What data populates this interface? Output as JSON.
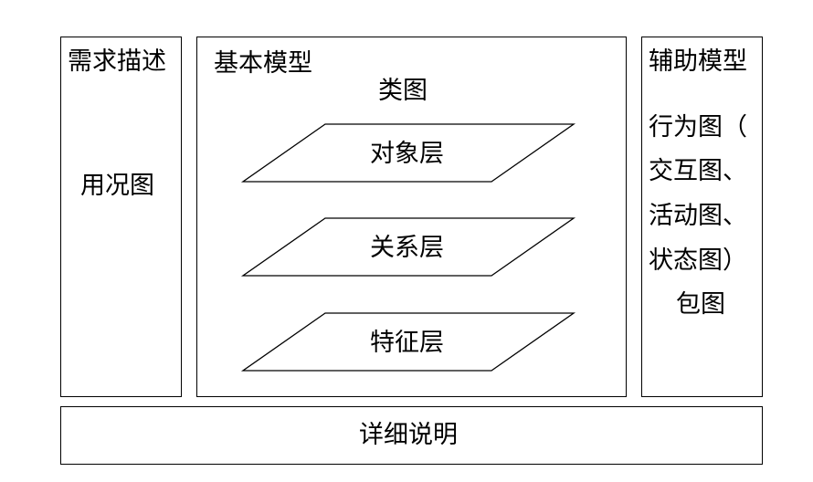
{
  "left_panel": {
    "title": "需求描述",
    "item": "用况图"
  },
  "center_panel": {
    "title": "基本模型",
    "subtitle": "类图",
    "layers": [
      "对象层",
      "关系层",
      "特征层"
    ]
  },
  "right_panel": {
    "title": "辅助模型",
    "lines": [
      "行为图（",
      "交互图、",
      "活动图、",
      "状态图）"
    ],
    "extra": "包图"
  },
  "bottom_panel": {
    "label": "详细说明"
  }
}
